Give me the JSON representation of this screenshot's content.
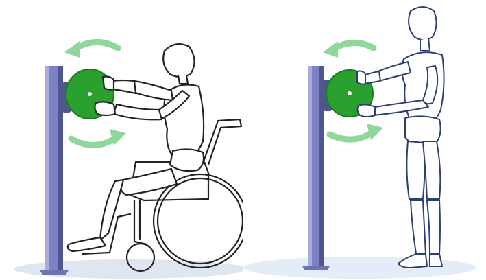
{
  "illustration": {
    "panels": [
      {
        "subject": "seated-user-in-wheelchair",
        "equipment": "wall-mounted-rotating-wheel"
      },
      {
        "subject": "standing-user",
        "equipment": "wall-mounted-rotating-wheel"
      }
    ],
    "icons": [
      "rotate-left-arrow-icon",
      "rotate-right-arrow-icon",
      "wheelchair-icon",
      "figure-icon"
    ],
    "colors": {
      "wheel": "#2aa12f",
      "wheel_dark": "#1b7a22",
      "post": "#7c82c4",
      "post_dark": "#4f558f",
      "arrow": "#8fd79a",
      "figure_stroke_left": "#222222",
      "figure_stroke_right": "#2c3f73",
      "ground": "#dfe6f2"
    }
  }
}
